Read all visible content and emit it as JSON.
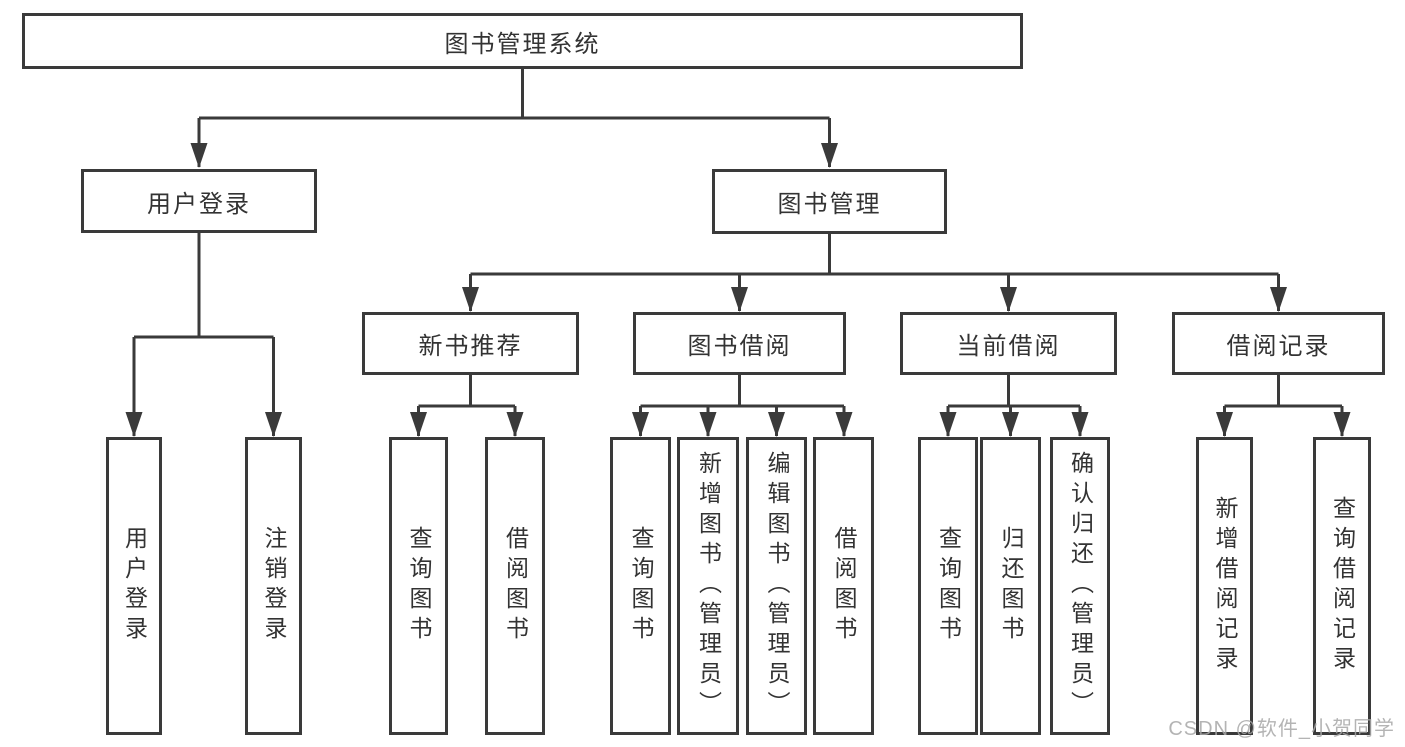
{
  "diagram_type": "hierarchy-tree",
  "tree": {
    "label": "图书管理系统",
    "children": [
      {
        "label": "用户登录",
        "children": [
          {
            "label": "用户登录"
          },
          {
            "label": "注销登录"
          }
        ]
      },
      {
        "label": "图书管理",
        "children": [
          {
            "label": "新书推荐",
            "children": [
              {
                "label": "查询图书"
              },
              {
                "label": "借阅图书"
              }
            ]
          },
          {
            "label": "图书借阅",
            "children": [
              {
                "label": "查询图书"
              },
              {
                "label": "新增图书（管理员）"
              },
              {
                "label": "编辑图书（管理员）"
              },
              {
                "label": "借阅图书"
              }
            ]
          },
          {
            "label": "当前借阅",
            "children": [
              {
                "label": "查询图书"
              },
              {
                "label": "归还图书"
              },
              {
                "label": "确认归还（管理员）"
              }
            ]
          },
          {
            "label": "借阅记录",
            "children": [
              {
                "label": "新增借阅记录"
              },
              {
                "label": "查询借阅记录"
              }
            ]
          }
        ]
      }
    ]
  },
  "watermark": "CSDN @软件_小贺同学",
  "colors": {
    "line": "#3a3a3a",
    "box_border": "#3a3a3a",
    "text": "#333333",
    "watermark": "#a8a8a8",
    "background": "#ffffff"
  }
}
